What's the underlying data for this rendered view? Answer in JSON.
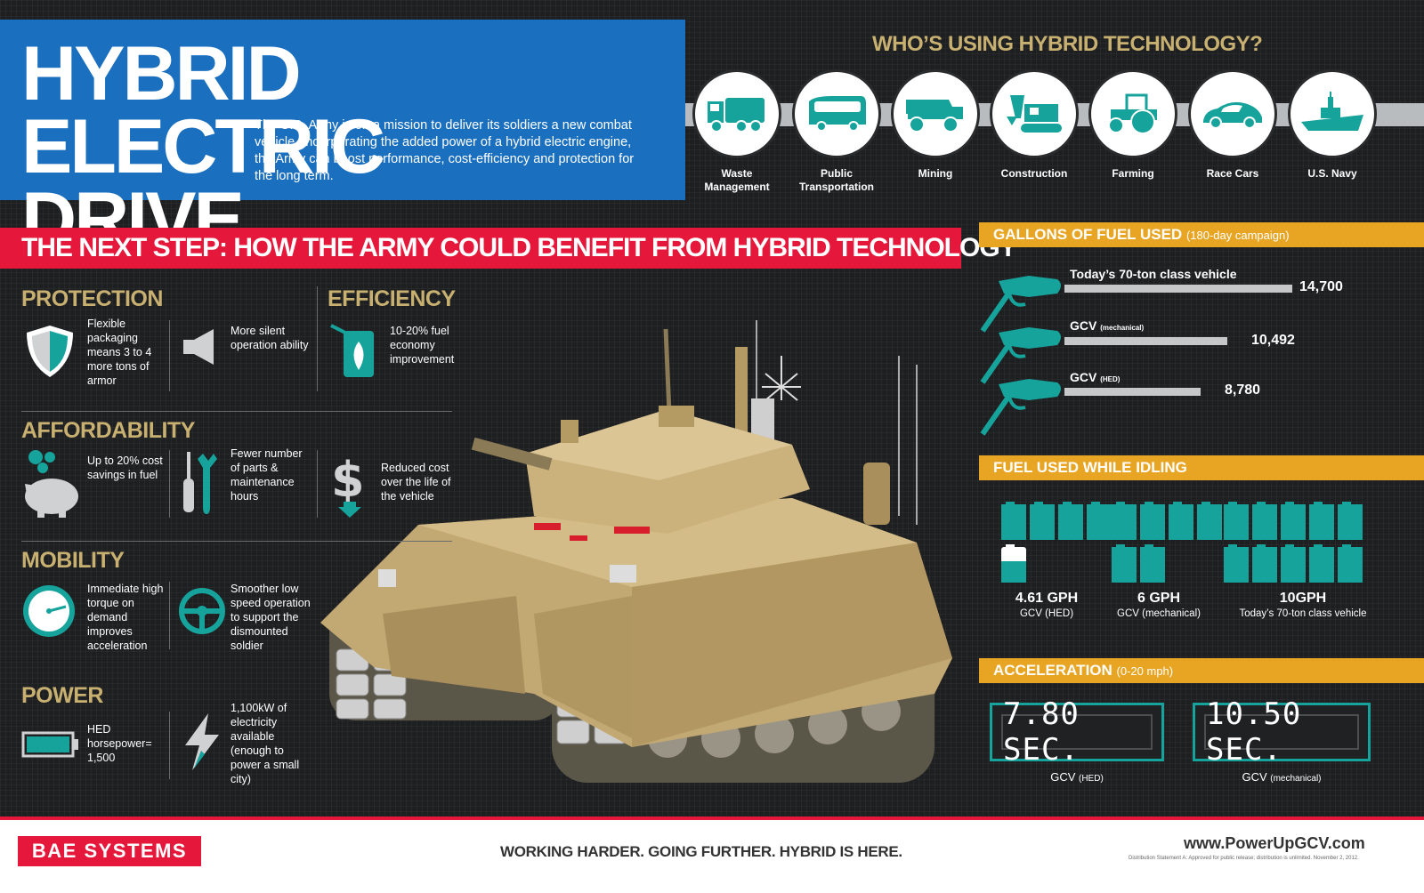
{
  "header": {
    "title_line1": "HYBRID ELECTRIC",
    "title_line2": "DRIVE",
    "intro": "The U.S. Army is on a mission to deliver its soldiers a new combat vehicle. Incorporating the added power of a hybrid electric engine, the Army can boost performance, cost-efficiency and protection for the long term."
  },
  "who_using": {
    "title": "WHO’S USING HYBRID TECHNOLOGY?",
    "items": [
      {
        "line1": "Waste",
        "line2": "Management",
        "icon": "garbage-truck-icon"
      },
      {
        "line1": "Public",
        "line2": "Transportation",
        "icon": "bus-icon"
      },
      {
        "line1": "Mining",
        "line2": "",
        "icon": "dump-truck-icon"
      },
      {
        "line1": "Construction",
        "line2": "",
        "icon": "excavator-icon"
      },
      {
        "line1": "Farming",
        "line2": "",
        "icon": "tractor-icon"
      },
      {
        "line1": "Race Cars",
        "line2": "",
        "icon": "race-car-icon"
      },
      {
        "line1": "U.S. Navy",
        "line2": "",
        "icon": "warship-icon"
      }
    ]
  },
  "banner": "THE NEXT STEP: HOW THE ARMY COULD BENEFIT FROM HYBRID TECHNOLOGY",
  "benefits": {
    "protection": {
      "head": "PROTECTION",
      "a": "Flexible packaging means 3 to 4 more tons of armor",
      "b": "More silent operation ability"
    },
    "efficiency": {
      "head": "EFFICIENCY",
      "a": "10-20% fuel economy improvement"
    },
    "affordability": {
      "head": "AFFORDABILITY",
      "a": "Up to 20% cost savings in fuel",
      "b": "Fewer number of parts & maintenance hours",
      "c": "Reduced cost over the life of the vehicle"
    },
    "mobility": {
      "head": "MOBILITY",
      "a": "Immediate high torque on demand improves acceleration",
      "b": "Smoother low speed operation to support the dismounted soldier"
    },
    "power": {
      "head": "POWER",
      "a": "HED horsepower= 1,500",
      "b": "1,100kW of electricity available (enough to power a small city)"
    }
  },
  "fuel_used": {
    "title": "GALLONS OF FUEL USED",
    "subtitle": "(180-day campaign)",
    "rows": [
      {
        "label": "Today’s 70-ton class vehicle",
        "tag": "",
        "value": "14,700",
        "amount": 14700
      },
      {
        "label": "GCV",
        "tag": "(mechanical)",
        "value": "10,492",
        "amount": 10492
      },
      {
        "label": "GCV",
        "tag": "(HED)",
        "value": "8,780",
        "amount": 8780
      }
    ]
  },
  "idling": {
    "title": "FUEL USED WHILE IDLING",
    "groups": [
      {
        "value": "4.61 GPH",
        "label": "GCV (HED)",
        "gph": 4.61
      },
      {
        "value": "6 GPH",
        "label": "GCV (mechanical)",
        "gph": 6
      },
      {
        "value": "10GPH",
        "label": "Today’s 70-ton class vehicle",
        "gph": 10
      }
    ]
  },
  "acceleration": {
    "title": "ACCELERATION",
    "subtitle": "(0-20 mph)",
    "items": [
      {
        "display": "7.80 SEC.",
        "label": "GCV",
        "tag": "(HED)"
      },
      {
        "display": "10.50 SEC.",
        "label": "GCV",
        "tag": "(mechanical)"
      }
    ]
  },
  "footer": {
    "brand": "BAE SYSTEMS",
    "tagline": "WORKING HARDER. GOING FURTHER. HYBRID IS HERE.",
    "website": "www.PowerUpGCV.com",
    "disclaimer": "Distribution Statement A: Approved for public release; distribution is unlimited. November 2, 2012."
  },
  "colors": {
    "blue": "#1b6fbf",
    "red": "#e5173a",
    "gold": "#c8b071",
    "orange": "#e7a523",
    "teal": "#16a39b",
    "tan": "#c2a873"
  }
}
